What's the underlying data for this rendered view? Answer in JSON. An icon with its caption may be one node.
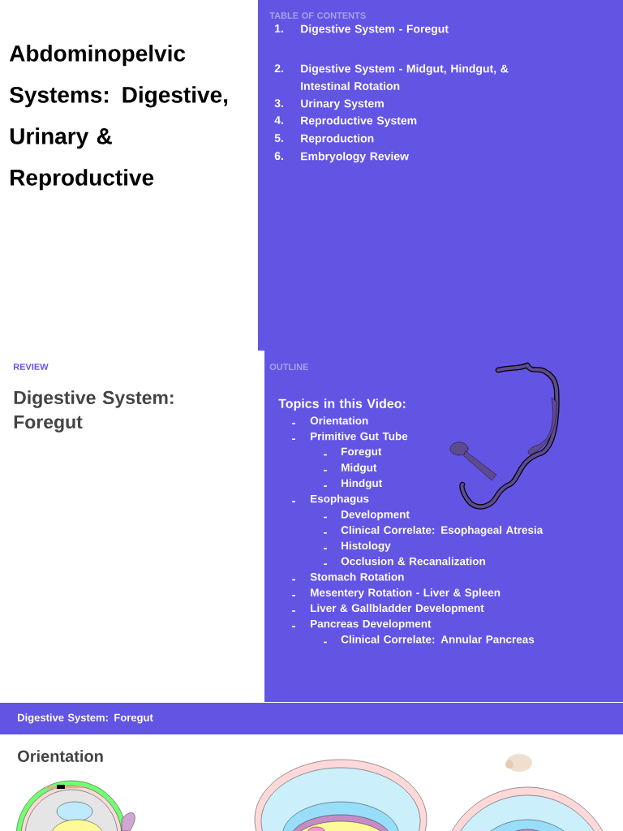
{
  "diagram": {
    "labels": [
      "Abdominopelvic Systems: Digestive, Urinary & Reproductive",
      "TABLE OF CONTENTS",
      "1.",
      "Digestive System - Foregut",
      "2.",
      "Digestive System - Midgut, Hindgut, & Intestinal Rotation",
      "3.",
      "Urinary System",
      "4.",
      "Reproductive System",
      "5.",
      "Reproduction",
      "6.",
      "Embryology Review",
      "REVIEW",
      "Digestive System: Foregut",
      "OUTLINE",
      "Topics in this Video:",
      "Orientation",
      "Primitive Gut Tube",
      "Foregut",
      "Midgut",
      "Hindgut",
      "Esophagus",
      "Development",
      "Clinical Correlate: Esophageal Atresia",
      "Histology",
      "Occlusion & Recanalization",
      "Stomach Rotation",
      "Mesentery Rotation - Liver & Spleen",
      "Liver & Gallbladder Development",
      "Pancreas Development",
      "Clinical Correlate: Annular Pancreas",
      "Digestive System: Foregut",
      "Orientation"
    ]
  }
}
